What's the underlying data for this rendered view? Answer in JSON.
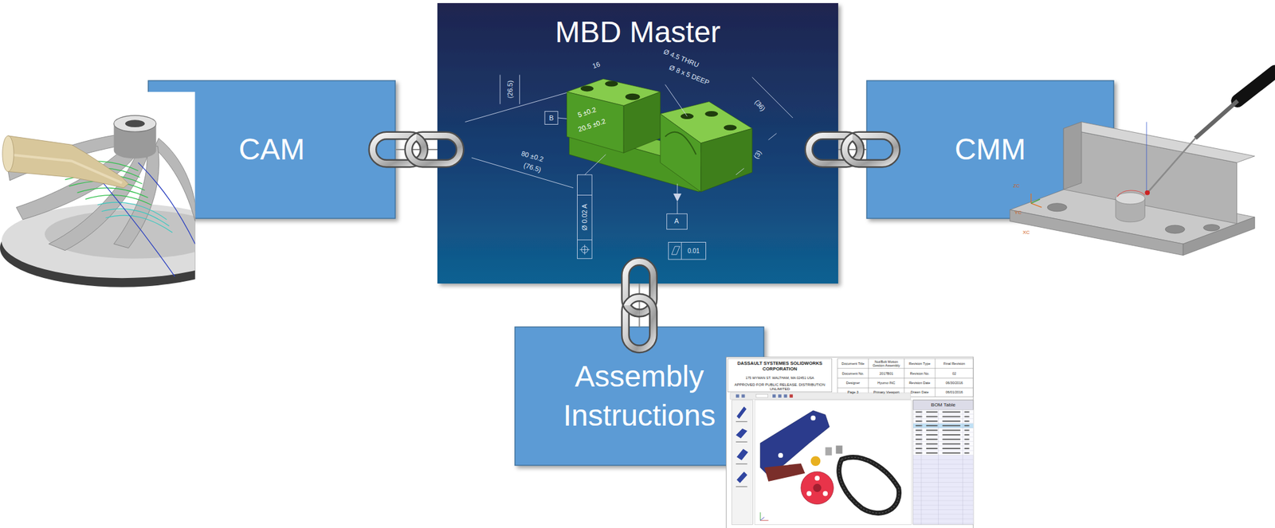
{
  "diagram": {
    "nodes": [
      {
        "text": [
          "CAM"
        ]
      },
      {
        "text": [
          "MBD Master"
        ]
      },
      {
        "text": [
          "CMM"
        ]
      },
      {
        "text": [
          "Assembly Instructions"
        ]
      }
    ],
    "edges": [
      {
        "from": 0,
        "to": 1,
        "arrow": "none"
      },
      {
        "from": 1,
        "to": 2,
        "arrow": "none"
      },
      {
        "from": 1,
        "to": 3,
        "arrow": "none"
      }
    ],
    "labels": [
      "Ø 4.5 THRU",
      "Ø 8 x 5 DEEP",
      "(36)",
      "(26.5)",
      "16",
      "B",
      "5 ±0.2",
      "20.5 ±0.2",
      "80 ±0.2",
      "(76.5)",
      "(3)",
      "Ø 0.02 A",
      "A",
      "0.01",
      "DASSAULT SYSTEMES SOLIDWORKS CORPORATION",
      "175 WYMAN ST. WALTHAM, MA 02451 USA",
      "APPROVED FOR PUBLIC RELEASE. DISTRIBUTION UNLIMITED",
      "Document Title",
      "Nut/Bolt Motion Gestion Assembly",
      "Revision Type",
      "Final Revision",
      "Document No.",
      "2017B01",
      "Revision No.",
      "02",
      "Designer",
      "Hyumo INC",
      "Revision Date",
      "06/30/2016",
      "Page 3",
      "Primary Viewport",
      "Drawn Date",
      "06/01/2016",
      "BOM Table",
      "ZC",
      "YC",
      "XC"
    ]
  }
}
